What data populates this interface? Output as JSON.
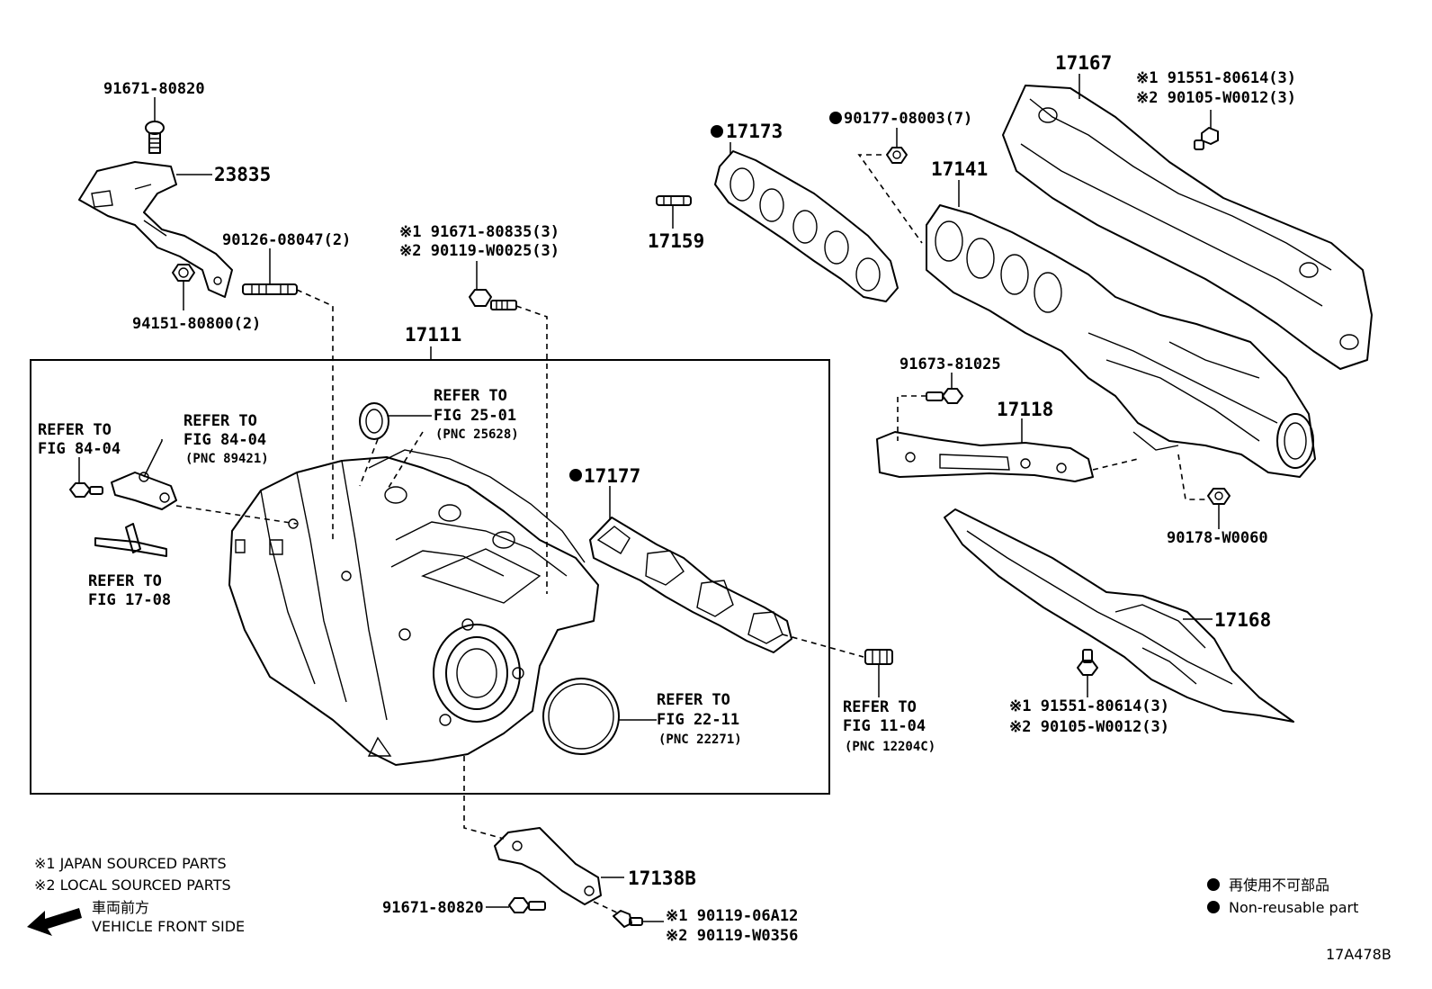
{
  "labels": {
    "p91671_80820_top": "91671-80820",
    "p23835": "23835",
    "p90126": "90126-08047(2)",
    "p94151": "94151-80800(2)",
    "p17111": "17111",
    "ref84_left_1": "REFER TO",
    "ref84_left_2": "FIG 84-04",
    "ref84_mid_1": "REFER TO",
    "ref84_mid_2": "FIG 84-04",
    "ref84_mid_pnc": "(PNC 89421)",
    "ref1708_1": "REFER TO",
    "ref1708_2": "FIG 17-08",
    "ref2501_1": "REFER TO",
    "ref2501_2": "FIG 25-01",
    "ref2501_pnc": "(PNC 25628)",
    "bolt_top_1": "※1 91671-80835(3)",
    "bolt_top_2": "※2 90119-W0025(3)",
    "p17173": "17173",
    "p17159": "17159",
    "p90177": "90177-08003(7)",
    "p17167": "17167",
    "hs_top_1": "※1 91551-80614(3)",
    "hs_top_2": "※2 90105-W0012(3)",
    "p17141": "17141",
    "p91673": "91673-81025",
    "p17118": "17118",
    "p90178": "90178-W0060",
    "p17177": "17177",
    "p17168": "17168",
    "hs_bot_1": "※1 91551-80614(3)",
    "hs_bot_2": "※2 90105-W0012(3)",
    "ref2211_1": "REFER TO",
    "ref2211_2": "FIG 22-11",
    "ref2211_pnc": "(PNC 22271)",
    "ref1104_1": "REFER TO",
    "ref1104_2": "FIG 11-04",
    "ref1104_pnc": "(PNC 12204C)",
    "p17138B": "17138B",
    "p91671_80820_bot": "91671-80820",
    "bolt_bot_1": "※1 90119-06A12",
    "bolt_bot_2": "※2 90119-W0356",
    "legend_japan": "※1 JAPAN SOURCED PARTS",
    "legend_local": "※2 LOCAL SOURCED PARTS",
    "front_jp": "車両前方",
    "front_en": "VEHICLE FRONT SIDE",
    "nonreuse_jp": "再使用不可部品",
    "nonreuse_en": "Non-reusable part",
    "diagram_code": "17A478B"
  }
}
